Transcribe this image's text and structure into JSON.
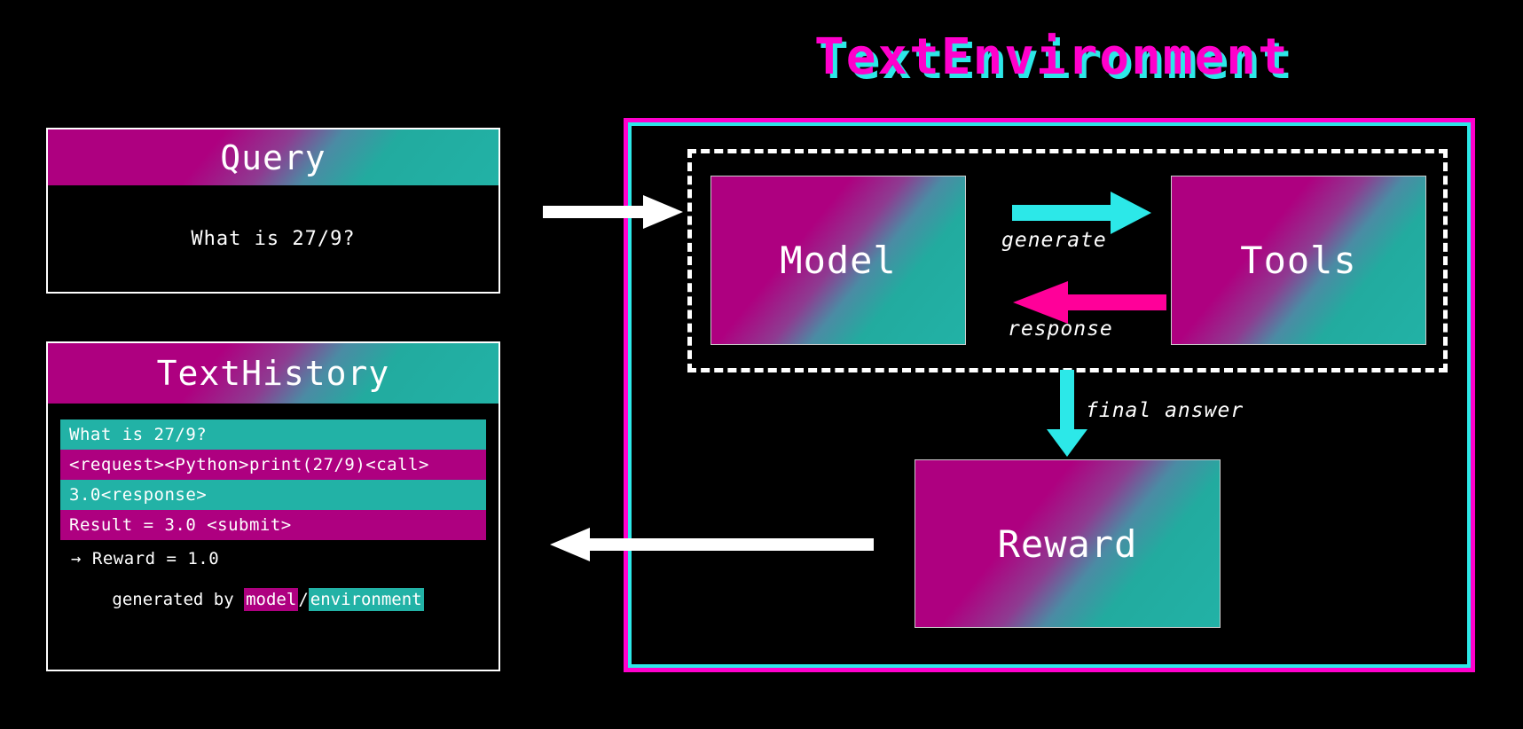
{
  "title": "TextEnvironment",
  "palette": {
    "background": "#000000",
    "magenta": "#ae0080",
    "teal": "#22b2a6",
    "frame_outer": "#ff00cc",
    "frame_inner": "#2ce8e8",
    "arrow_white": "#ffffff",
    "arrow_cyan": "#2ce8e8",
    "arrow_magenta": "#ff0099"
  },
  "query_panel": {
    "header": "Query",
    "text": "What is 27/9?"
  },
  "history_panel": {
    "header": "TextHistory",
    "rows": [
      {
        "text": "What is 27/9?",
        "source": "environment"
      },
      {
        "text": "<request><Python>print(27/9)<call>",
        "source": "model"
      },
      {
        "text": "3.0<response>",
        "source": "environment"
      },
      {
        "text": "Result = 3.0 <submit>",
        "source": "model"
      },
      {
        "text": "→ Reward = 1.0",
        "source": "plain"
      }
    ],
    "legend": {
      "prefix": "generated by ",
      "model_word": "model",
      "separator": "/",
      "environment_word": "environment"
    }
  },
  "environment": {
    "model_box": "Model",
    "tools_box": "Tools",
    "reward_box": "Reward",
    "arrows": {
      "generate": "generate",
      "response": "response",
      "final_answer": "final answer"
    }
  }
}
